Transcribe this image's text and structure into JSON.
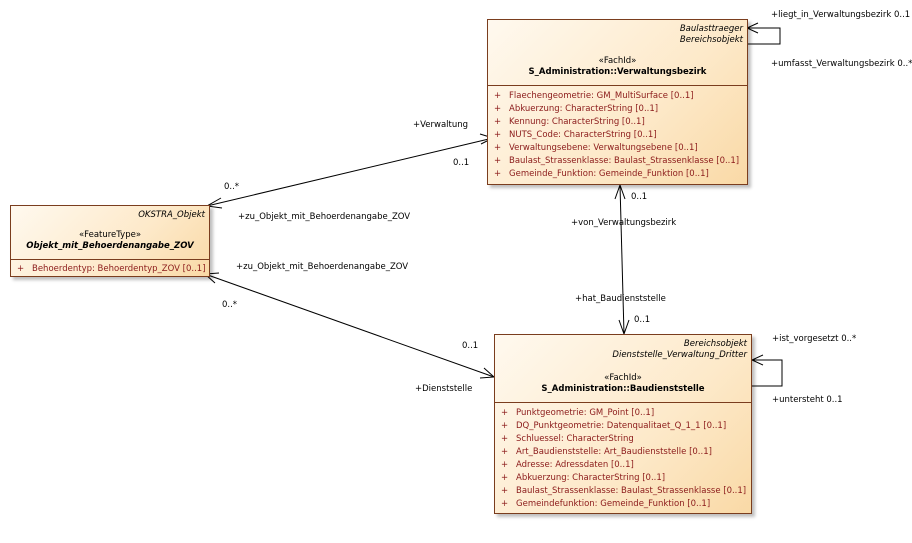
{
  "classes": {
    "verwaltungsbezirk": {
      "tags": [
        "Baulasttraeger",
        "Bereichsobjekt"
      ],
      "stereotype": "«FachId»",
      "name": "S_Administration::Verwaltungsbezirk",
      "attributes": [
        {
          "vis": "+",
          "text": "Flaechengeometrie: GM_MultiSurface [0..1]"
        },
        {
          "vis": "+",
          "text": "Abkuerzung: CharacterString [0..1]"
        },
        {
          "vis": "+",
          "text": "Kennung: CharacterString [0..1]"
        },
        {
          "vis": "+",
          "text": "NUTS_Code: CharacterString [0..1]"
        },
        {
          "vis": "+",
          "text": "Verwaltungsebene: Verwaltungsebene [0..1]"
        },
        {
          "vis": "+",
          "text": "Baulast_Strassenklasse: Baulast_Strassenklasse [0..1]"
        },
        {
          "vis": "+",
          "text": "Gemeinde_Funktion: Gemeinde_Funktion [0..1]"
        }
      ]
    },
    "objekt": {
      "tags": [
        "OKSTRA_Objekt"
      ],
      "stereotype": "«FeatureType»",
      "name": "Objekt_mit_Behoerdenangabe_ZOV",
      "attributes": [
        {
          "vis": "+",
          "text": "Behoerdentyp: Behoerdentyp_ZOV [0..1]"
        }
      ]
    },
    "baudienststelle": {
      "tags": [
        "Bereichsobjekt",
        "Dienststelle_Verwaltung_Dritter"
      ],
      "stereotype": "«FachId»",
      "name": "S_Administration::Baudienststelle",
      "attributes": [
        {
          "vis": "+",
          "text": "Punktgeometrie: GM_Point [0..1]"
        },
        {
          "vis": "+",
          "text": "DQ_Punktgeometrie: Datenqualitaet_Q_1_1 [0..1]"
        },
        {
          "vis": "+",
          "text": "Schluessel: CharacterString"
        },
        {
          "vis": "+",
          "text": "Art_Baudienststelle: Art_Baudienststelle [0..1]"
        },
        {
          "vis": "+",
          "text": "Adresse: Adressdaten [0..1]"
        },
        {
          "vis": "+",
          "text": "Abkuerzung: CharacterString [0..1]"
        },
        {
          "vis": "+",
          "text": "Baulast_Strassenklasse: Baulast_Strassenklasse [0..1]"
        },
        {
          "vis": "+",
          "text": "Gemeindefunktion: Gemeinde_Funktion [0..1]"
        }
      ]
    }
  },
  "associations": {
    "liegt_in": {
      "role": "+liegt_in_Verwaltungsbezirk",
      "mult": "0..1"
    },
    "umfasst": {
      "role": "+umfasst_Verwaltungsbezirk",
      "mult": "0..*"
    },
    "verwaltung": {
      "role": "+Verwaltung",
      "mult": "0..1"
    },
    "zu_objekt_1": {
      "role": "+zu_Objekt_mit_Behoerdenangabe_ZOV",
      "mult": "0..*"
    },
    "zu_objekt_2": {
      "role": "+zu_Objekt_mit_Behoerdenangabe_ZOV",
      "mult": "0..*"
    },
    "dienststelle": {
      "role": "+Dienststelle",
      "mult": "0..1"
    },
    "von_verwaltungsbezirk": {
      "role": "+von_Verwaltungsbezirk",
      "mult": "0..1"
    },
    "hat_baudienststelle": {
      "role": "+hat_Baudienststelle",
      "mult": "0..1"
    },
    "ist_vorgesetzt": {
      "role": "+ist_vorgesetzt",
      "mult": "0..*"
    },
    "untersteht": {
      "role": "+untersteht",
      "mult": "0..1"
    }
  }
}
